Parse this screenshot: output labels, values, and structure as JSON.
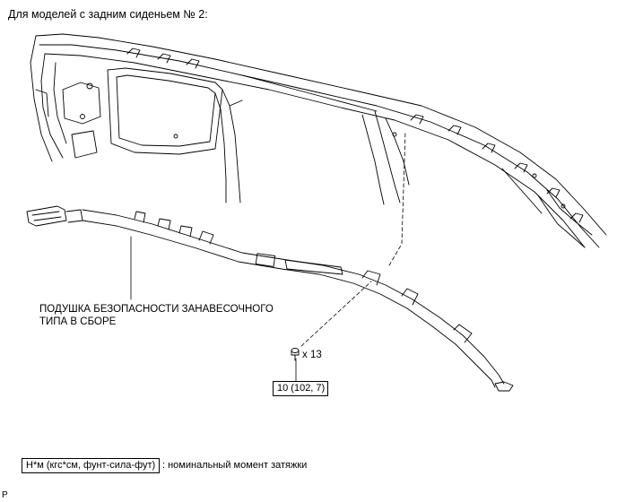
{
  "heading": "Для моделей с задним сиденьем № 2:",
  "callout": {
    "line1": "ПОДУШКА БЕЗОПАСНОСТИ ЗАНАВЕСОЧНОГО",
    "line2": "ТИПА В СБОРЕ"
  },
  "bolt_quantity": "x 13",
  "torque_value": "10 (102, 7)",
  "legend": {
    "unit_box": "Н*м (кгс*см, фунт-сила-фут)",
    "description": ": номинальный момент затяжки"
  },
  "reference_code": "P",
  "icons": [
    "bolt-icon"
  ],
  "colors": {
    "line": "#000000",
    "background": "#ffffff"
  }
}
